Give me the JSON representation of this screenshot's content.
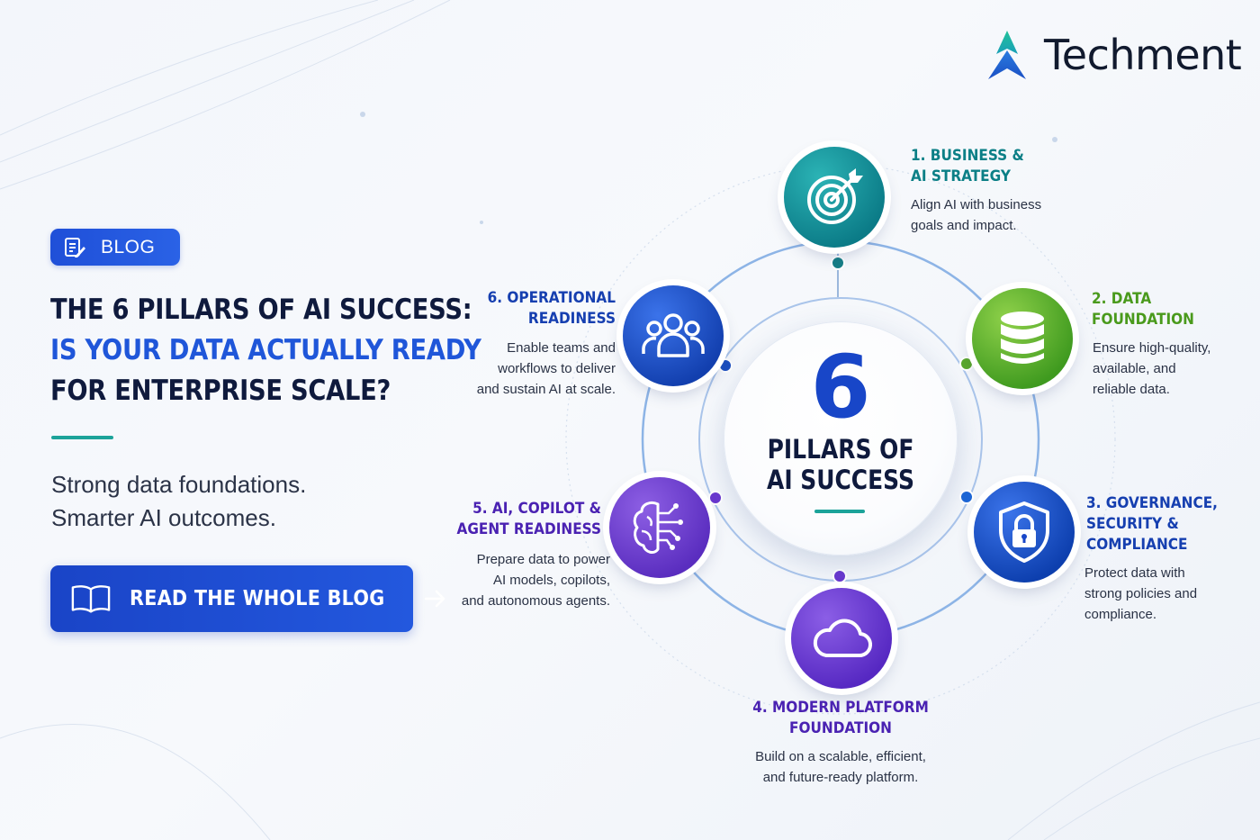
{
  "brand": {
    "name": "Techment"
  },
  "badge": {
    "label": "BLOG"
  },
  "headline": {
    "line1": "THE 6 PILLARS OF AI SUCCESS:",
    "line2": "IS YOUR DATA ACTUALLY READY",
    "line3": "FOR ENTERPRISE SCALE?"
  },
  "tagline": {
    "line1": "Strong data foundations.",
    "line2": "Smarter AI outcomes."
  },
  "cta": {
    "label": "READ THE WHOLE BLOG"
  },
  "center": {
    "number": "6",
    "title_line1": "PILLARS OF",
    "title_line2": "AI SUCCESS"
  },
  "pillars": [
    {
      "title_lines": [
        "1. BUSINESS &",
        "AI STRATEGY"
      ],
      "desc_lines": [
        "Align AI with business",
        "goals and impact."
      ],
      "icon": "target-icon",
      "color": "#0b7f86"
    },
    {
      "title_lines": [
        "2. DATA",
        "FOUNDATION"
      ],
      "desc_lines": [
        "Ensure high-quality,",
        "available, and",
        "reliable data."
      ],
      "icon": "database-icon",
      "color": "#4a9a1c"
    },
    {
      "title_lines": [
        "3. GOVERNANCE,",
        "SECURITY &",
        "COMPLIANCE"
      ],
      "desc_lines": [
        "Protect data with",
        "strong policies and",
        "compliance."
      ],
      "icon": "shield-lock-icon",
      "color": "#163fb0"
    },
    {
      "title_lines": [
        "4. MODERN PLATFORM",
        "FOUNDATION"
      ],
      "desc_lines": [
        "Build on a scalable, efficient,",
        "and future-ready platform."
      ],
      "icon": "cloud-icon",
      "color": "#4a22b2"
    },
    {
      "title_lines": [
        "5. AI, COPILOT &",
        "AGENT READINESS"
      ],
      "desc_lines": [
        "Prepare data to power",
        "AI models, copilots,",
        "and autonomous agents."
      ],
      "icon": "brain-circuit-icon",
      "color": "#4a22b2"
    },
    {
      "title_lines": [
        "6. OPERATIONAL",
        "READINESS"
      ],
      "desc_lines": [
        "Enable teams and",
        "workflows to deliver",
        "and sustain AI at scale."
      ],
      "icon": "team-icon",
      "color": "#163fb0"
    }
  ],
  "colors": {
    "primary_blue": "#1f56d9",
    "navy": "#0f1a3d",
    "teal_accent": "#1ca39a"
  }
}
